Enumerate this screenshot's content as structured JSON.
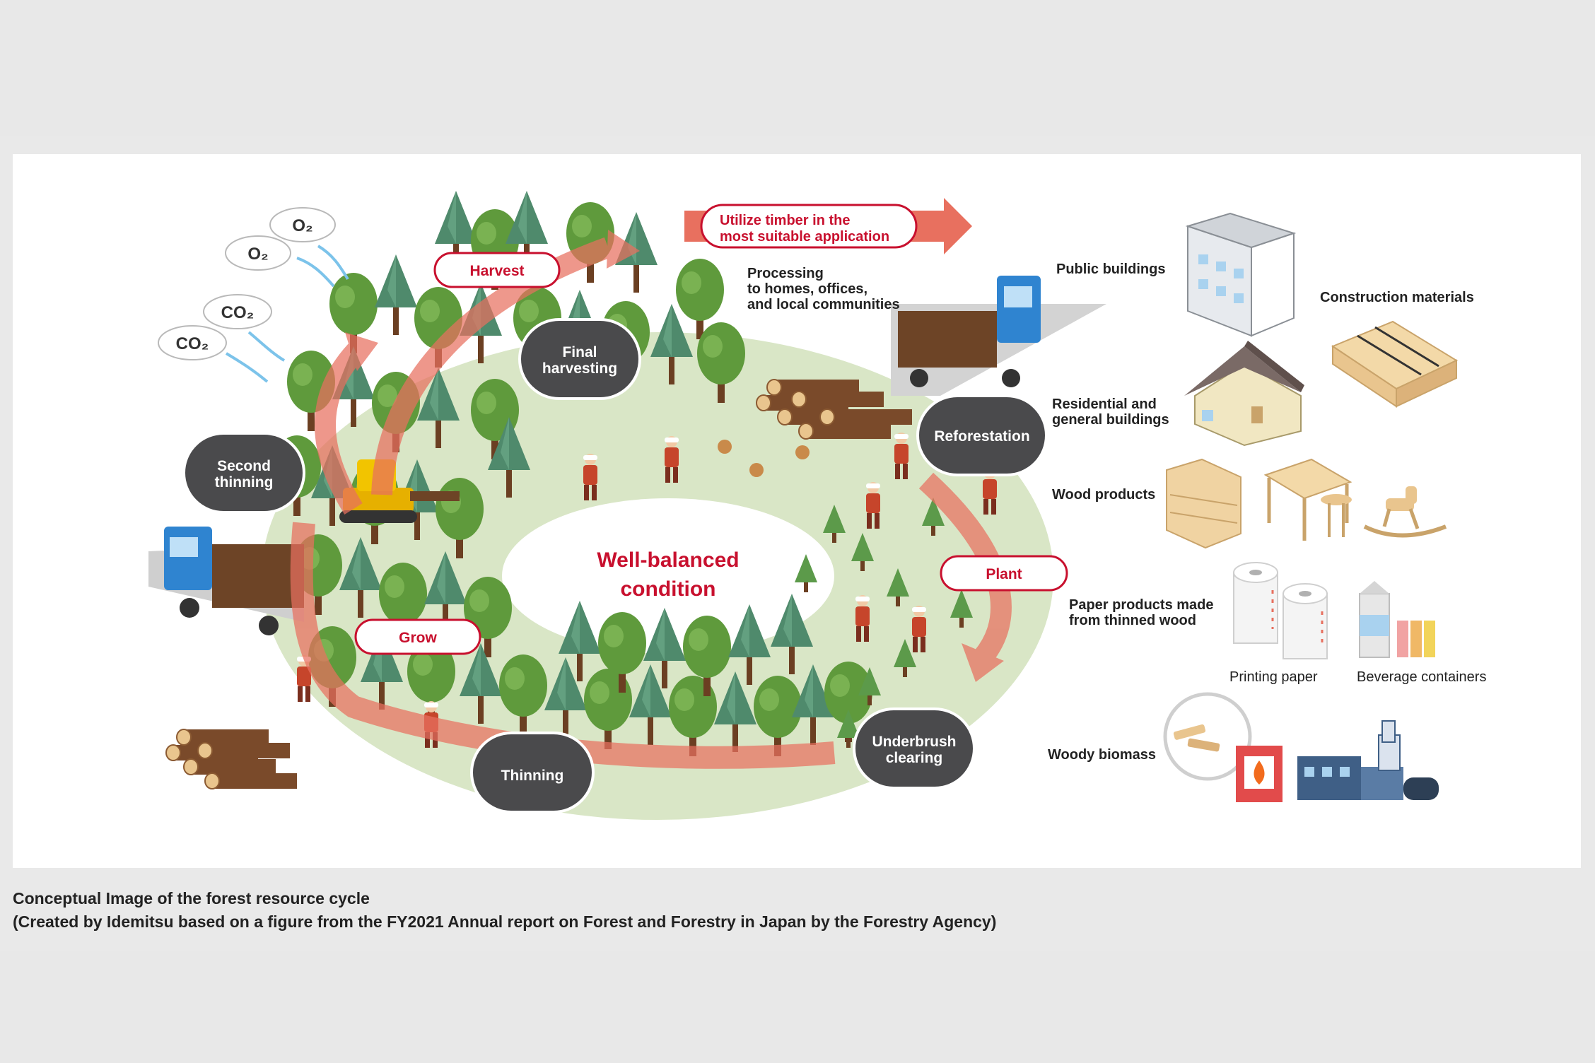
{
  "gases": {
    "o2_a": "O₂",
    "o2_b": "O₂",
    "co2_a": "CO₂",
    "co2_b": "CO₂"
  },
  "cycle": {
    "center_line1": "Well-balanced",
    "center_line2": "condition",
    "harvest": "Harvest",
    "grow": "Grow",
    "plant": "Plant",
    "final_harvesting_1": "Final",
    "final_harvesting_2": "harvesting",
    "second_thinning_1": "Second",
    "second_thinning_2": "thinning",
    "thinning": "Thinning",
    "reforestation": "Reforestation",
    "underbrush_1": "Underbrush",
    "underbrush_2": "clearing"
  },
  "utilize": {
    "line1": "Utilize timber in the",
    "line2": "most suitable application"
  },
  "processing": {
    "line1": "Processing",
    "line2": "to homes, offices,",
    "line3": "and local communities"
  },
  "applications": {
    "public_buildings": "Public buildings",
    "construction_materials": "Construction materials",
    "residential_1": "Residential and",
    "residential_2": "general buildings",
    "wood_products": "Wood products",
    "paper_1": "Paper products made",
    "paper_2": "from thinned wood",
    "printing_paper": "Printing paper",
    "beverage_containers": "Beverage containers",
    "woody_biomass": "Woody biomass"
  },
  "caption": {
    "line1": "Conceptual Image of the forest resource cycle",
    "line2": "(Created by Idemitsu based on a figure from the FY2021 Annual report on Forest and Forestry in Japan by the Forestry Agency)"
  },
  "colors": {
    "accent_red": "#c8102e",
    "arrow_salmon": "#e8705f",
    "badge_dark": "#4a4a4c",
    "tree_green": "#5f9a3c",
    "tree_teal": "#4f8a6c",
    "ground": "#d9e6c6",
    "wood": "#e9c58e",
    "truck_blue": "#2f84d0"
  }
}
